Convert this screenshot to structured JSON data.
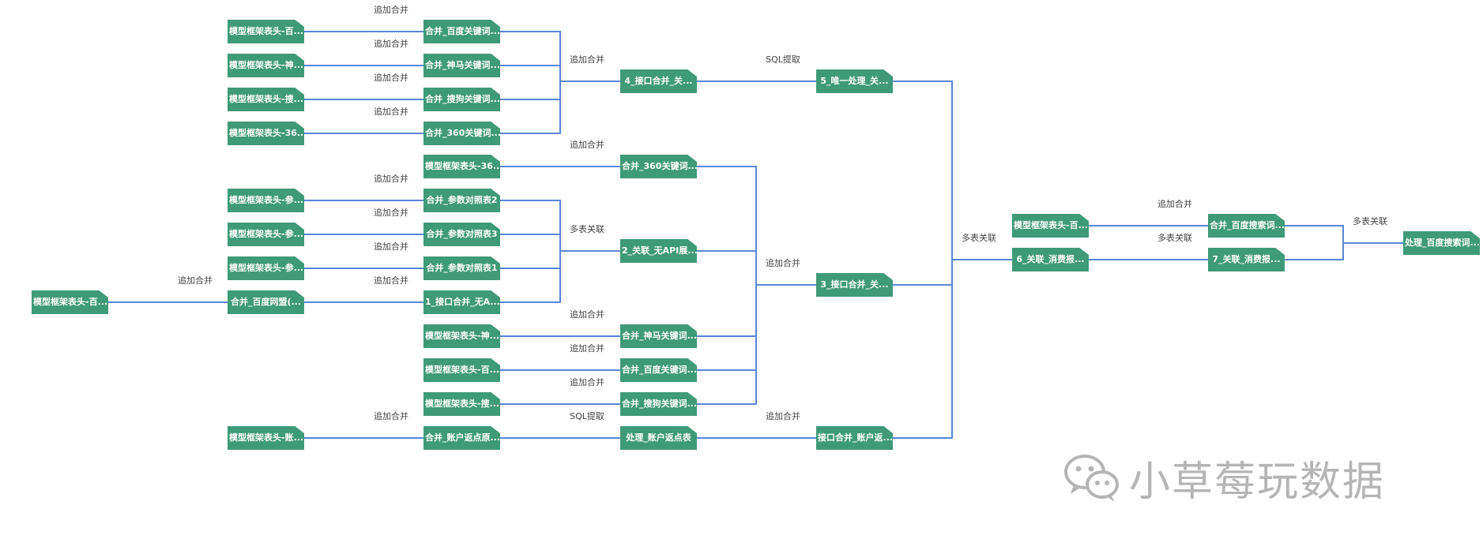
{
  "diagram": {
    "nodes": [
      {
        "id": "a1",
        "label": "模型框架表头-百..."
      },
      {
        "id": "a2",
        "label": "模型框架表头-神..."
      },
      {
        "id": "a3",
        "label": "模型框架表头-搜..."
      },
      {
        "id": "a4",
        "label": "模型框架表头-36..."
      },
      {
        "id": "b1",
        "label": "合并_百度关键词..."
      },
      {
        "id": "b2",
        "label": "合并_神马关键词..."
      },
      {
        "id": "b3",
        "label": "合并_搜狗关键词..."
      },
      {
        "id": "b4",
        "label": "合并_360关键词..."
      },
      {
        "id": "c1",
        "label": "4_接口合并_关..."
      },
      {
        "id": "d1",
        "label": "5_唯一处理_关..."
      },
      {
        "id": "e1",
        "label": "模型框架表头-36..."
      },
      {
        "id": "c2",
        "label": "合并_360关键词..."
      },
      {
        "id": "a5",
        "label": "模型框架表头-参..."
      },
      {
        "id": "a6",
        "label": "模型框架表头-参..."
      },
      {
        "id": "a7",
        "label": "模型框架表头-参..."
      },
      {
        "id": "b5",
        "label": "合并_参数对照表2"
      },
      {
        "id": "b6",
        "label": "合并_参数对照表3"
      },
      {
        "id": "b7",
        "label": "合并_参数对照表1"
      },
      {
        "id": "c3",
        "label": "2_关联_无API展..."
      },
      {
        "id": "z1",
        "label": "模型框架表头-百..."
      },
      {
        "id": "a8",
        "label": "合并_百度网盟(..."
      },
      {
        "id": "b8",
        "label": "1_接口合并_无A..."
      },
      {
        "id": "d2",
        "label": "3_接口合并_关..."
      },
      {
        "id": "e2",
        "label": "模型框架表头-神..."
      },
      {
        "id": "e3",
        "label": "模型框架表头-百..."
      },
      {
        "id": "e4",
        "label": "模型框架表头-搜..."
      },
      {
        "id": "c4",
        "label": "合并_神马关键词..."
      },
      {
        "id": "c5",
        "label": "合并_百度关键词..."
      },
      {
        "id": "c6",
        "label": "合并_搜狗关键词..."
      },
      {
        "id": "a9",
        "label": "模型框架表头-账..."
      },
      {
        "id": "b9",
        "label": "合并_账户返点原..."
      },
      {
        "id": "c7",
        "label": "处理_账户返点表"
      },
      {
        "id": "d3",
        "label": "接口合并_账户返..."
      },
      {
        "id": "f1",
        "label": "模型框架表头-百..."
      },
      {
        "id": "f2",
        "label": "6_关联_消费报..."
      },
      {
        "id": "g1",
        "label": "合并_百度搜索词..."
      },
      {
        "id": "g2",
        "label": "7_关联_消费报..."
      },
      {
        "id": "h1",
        "label": "处理_百度搜索词..."
      }
    ],
    "edge_labels": [
      {
        "id": "l1",
        "text": "追加合并"
      },
      {
        "id": "l2",
        "text": "追加合并"
      },
      {
        "id": "l3",
        "text": "追加合并"
      },
      {
        "id": "l4",
        "text": "追加合并"
      },
      {
        "id": "l5",
        "text": "追加合并"
      },
      {
        "id": "l6",
        "text": "SQL提取"
      },
      {
        "id": "l7",
        "text": "追加合并"
      },
      {
        "id": "l8",
        "text": "追加合并"
      },
      {
        "id": "l9",
        "text": "追加合并"
      },
      {
        "id": "l10",
        "text": "追加合并"
      },
      {
        "id": "l11",
        "text": "多表关联"
      },
      {
        "id": "l12",
        "text": "追加合并"
      },
      {
        "id": "l13",
        "text": "追加合并"
      },
      {
        "id": "l14",
        "text": "追加合并"
      },
      {
        "id": "l15",
        "text": "追加合并"
      },
      {
        "id": "l16",
        "text": "追加合并"
      },
      {
        "id": "l17",
        "text": "追加合并"
      },
      {
        "id": "l18",
        "text": "追加合并"
      },
      {
        "id": "l19",
        "text": "SQL提取"
      },
      {
        "id": "l20",
        "text": "追加合并"
      },
      {
        "id": "l21",
        "text": "多表关联"
      },
      {
        "id": "l22",
        "text": "追加合并"
      },
      {
        "id": "l23",
        "text": "多表关联"
      },
      {
        "id": "l24",
        "text": "多表关联"
      }
    ],
    "edges": [
      [
        "a1",
        "b1"
      ],
      [
        "a2",
        "b2"
      ],
      [
        "a3",
        "b3"
      ],
      [
        "a4",
        "b4"
      ],
      [
        "b1",
        "c1"
      ],
      [
        "b2",
        "c1"
      ],
      [
        "b3",
        "c1"
      ],
      [
        "b4",
        "c1"
      ],
      [
        "c1",
        "d1"
      ],
      [
        "e1",
        "c2"
      ],
      [
        "a5",
        "b5"
      ],
      [
        "a6",
        "b6"
      ],
      [
        "a7",
        "b7"
      ],
      [
        "b5",
        "c3"
      ],
      [
        "b6",
        "c3"
      ],
      [
        "b7",
        "c3"
      ],
      [
        "b8",
        "c3"
      ],
      [
        "z1",
        "a8"
      ],
      [
        "a8",
        "b8"
      ],
      [
        "c2",
        "d2"
      ],
      [
        "c3",
        "d2"
      ],
      [
        "c4",
        "d2"
      ],
      [
        "c5",
        "d2"
      ],
      [
        "c6",
        "d2"
      ],
      [
        "e2",
        "c4"
      ],
      [
        "e3",
        "c5"
      ],
      [
        "e4",
        "c6"
      ],
      [
        "a9",
        "b9"
      ],
      [
        "b9",
        "c7"
      ],
      [
        "c7",
        "d3"
      ],
      [
        "d1",
        "f2"
      ],
      [
        "d2",
        "f2"
      ],
      [
        "d3",
        "f2"
      ],
      [
        "f1",
        "g1"
      ],
      [
        "f2",
        "g2"
      ],
      [
        "g1",
        "h1"
      ],
      [
        "g2",
        "h1"
      ]
    ]
  },
  "watermark": {
    "text": "小草莓玩数据",
    "icon": "wechat-icon"
  },
  "colors": {
    "node_fill": "#3f9a78",
    "edge": "#5b86d6",
    "watermark": "#b5b5b5"
  }
}
